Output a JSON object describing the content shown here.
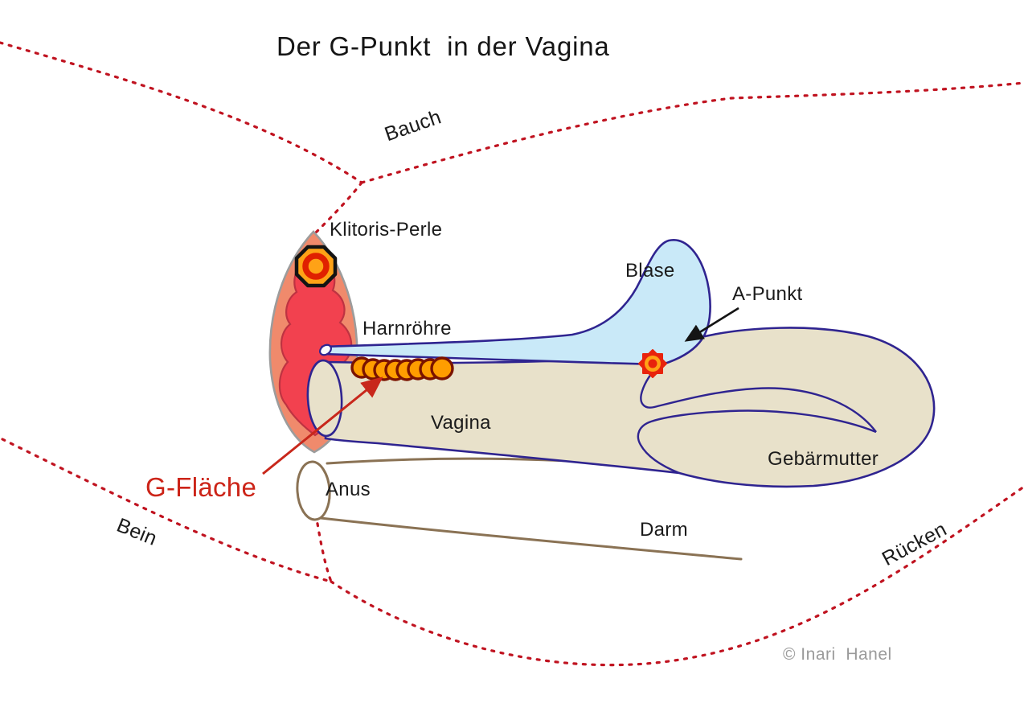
{
  "title": "Der G-Punkt  in der Vagina",
  "credit": "© Inari  Hanel",
  "labels": {
    "klitoris_perle": "Klitoris-Perle",
    "harnroehre": "Harnröhre",
    "blase": "Blase",
    "a_punkt": "A-Punkt",
    "vagina": "Vagina",
    "gebaermutter": "Gebärmutter",
    "anus": "Anus",
    "darm": "Darm",
    "g_flaeche": "G-Fläche",
    "bauch": "Bauch",
    "bein": "Bein",
    "ruecken": "Rücken"
  },
  "colors": {
    "body_outline_dotted": "#C01320",
    "organ_outline": "#2F2490",
    "vulva_outer": "#F08A6C",
    "vulva_inner": "#F2414F",
    "bladder_fill": "#C9E9F8",
    "organ_fill": "#E8E1CA",
    "bowel_line": "#8A7254",
    "g_area_orange": "#FF9D00",
    "marker_red": "#E8230C",
    "marker_orange": "#FFA216",
    "accent_red_label": "#CC2418",
    "text": "#1B1B1B",
    "credit_gray": "#9A9A9A"
  }
}
